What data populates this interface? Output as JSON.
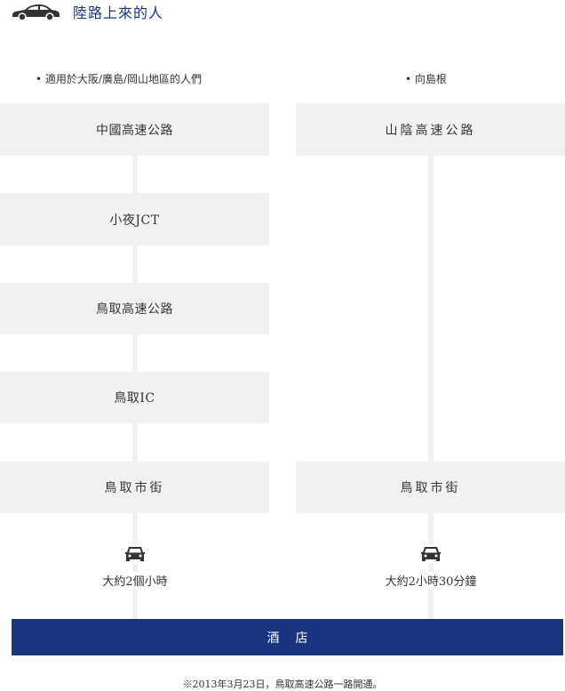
{
  "header": {
    "title": "陸路上來的人",
    "icon": "car-icon"
  },
  "left_route": {
    "note": "適用於大阪/廣島/岡山地區的人們",
    "steps": [
      "中國高速公路",
      "小夜JCT",
      "鳥取高速公路",
      "鳥取IC",
      "鳥取市街"
    ],
    "travel_time": "大約2個小時"
  },
  "right_route": {
    "note": "向島根",
    "steps": [
      "山陰高速公路",
      "鳥取市街"
    ],
    "travel_time": "大約2小時30分鐘"
  },
  "destination": "酒店",
  "footnote": "※2013年3月23日，鳥取高速公路一路開通。",
  "colors": {
    "accent": "#1a3580",
    "box": "#f1f1f3"
  }
}
